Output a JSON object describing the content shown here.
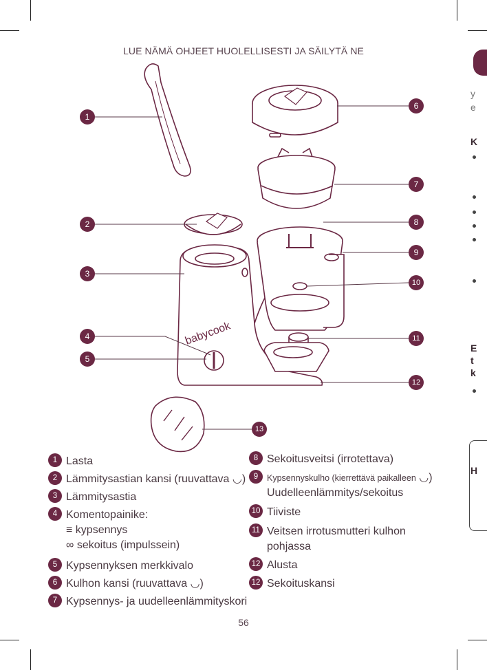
{
  "header": {
    "title": "LUE NÄMÄ OHJEET HUOLELLISESTI JA SÄILYTÄ NE"
  },
  "diagram": {
    "brand": "babycook",
    "callouts": [
      "1",
      "2",
      "3",
      "4",
      "5",
      "6",
      "7",
      "8",
      "9",
      "10",
      "11",
      "12",
      "13"
    ]
  },
  "legend": {
    "left": [
      {
        "num": "1",
        "label": "Lasta"
      },
      {
        "num": "2",
        "label": "Lämmitysastian kansi (ruuvattava"
      },
      {
        "num": "3",
        "label": "Lämmitysastia"
      },
      {
        "num": "4",
        "label": "Komentopainike:",
        "sub1": "kypsennys",
        "sub2": "sekoitus (impulssein)"
      },
      {
        "num": "5",
        "label": "Kypsennyksen merkkivalo"
      },
      {
        "num": "6",
        "label": "Kulhon kansi (ruuvattava"
      },
      {
        "num": "7",
        "label": "Kypsennys- ja uudelleenlämmityskori"
      }
    ],
    "right": [
      {
        "num": "8",
        "label": "Sekoitusveitsi (irrotettava)"
      },
      {
        "num": "9",
        "label": "Kypsennyskulho (kierrettävä paikalleen",
        "line2": "Uudelleenlämmitys/sekoitus"
      },
      {
        "num": "10",
        "label": "Tiiviste"
      },
      {
        "num": "11",
        "label": "Veitsen irrotusmutteri kulhon",
        "line2": "pohjassa"
      },
      {
        "num": "12",
        "label": "Alusta"
      },
      {
        "num": "12",
        "label": "Sekoituskansi"
      }
    ],
    "close_paren": ")"
  },
  "page": {
    "number": "56"
  },
  "side": {
    "t1": "y",
    "t2": "e",
    "h1": "K",
    "h2": "E",
    "h3": "t",
    "h4": "k",
    "h5": "H"
  }
}
